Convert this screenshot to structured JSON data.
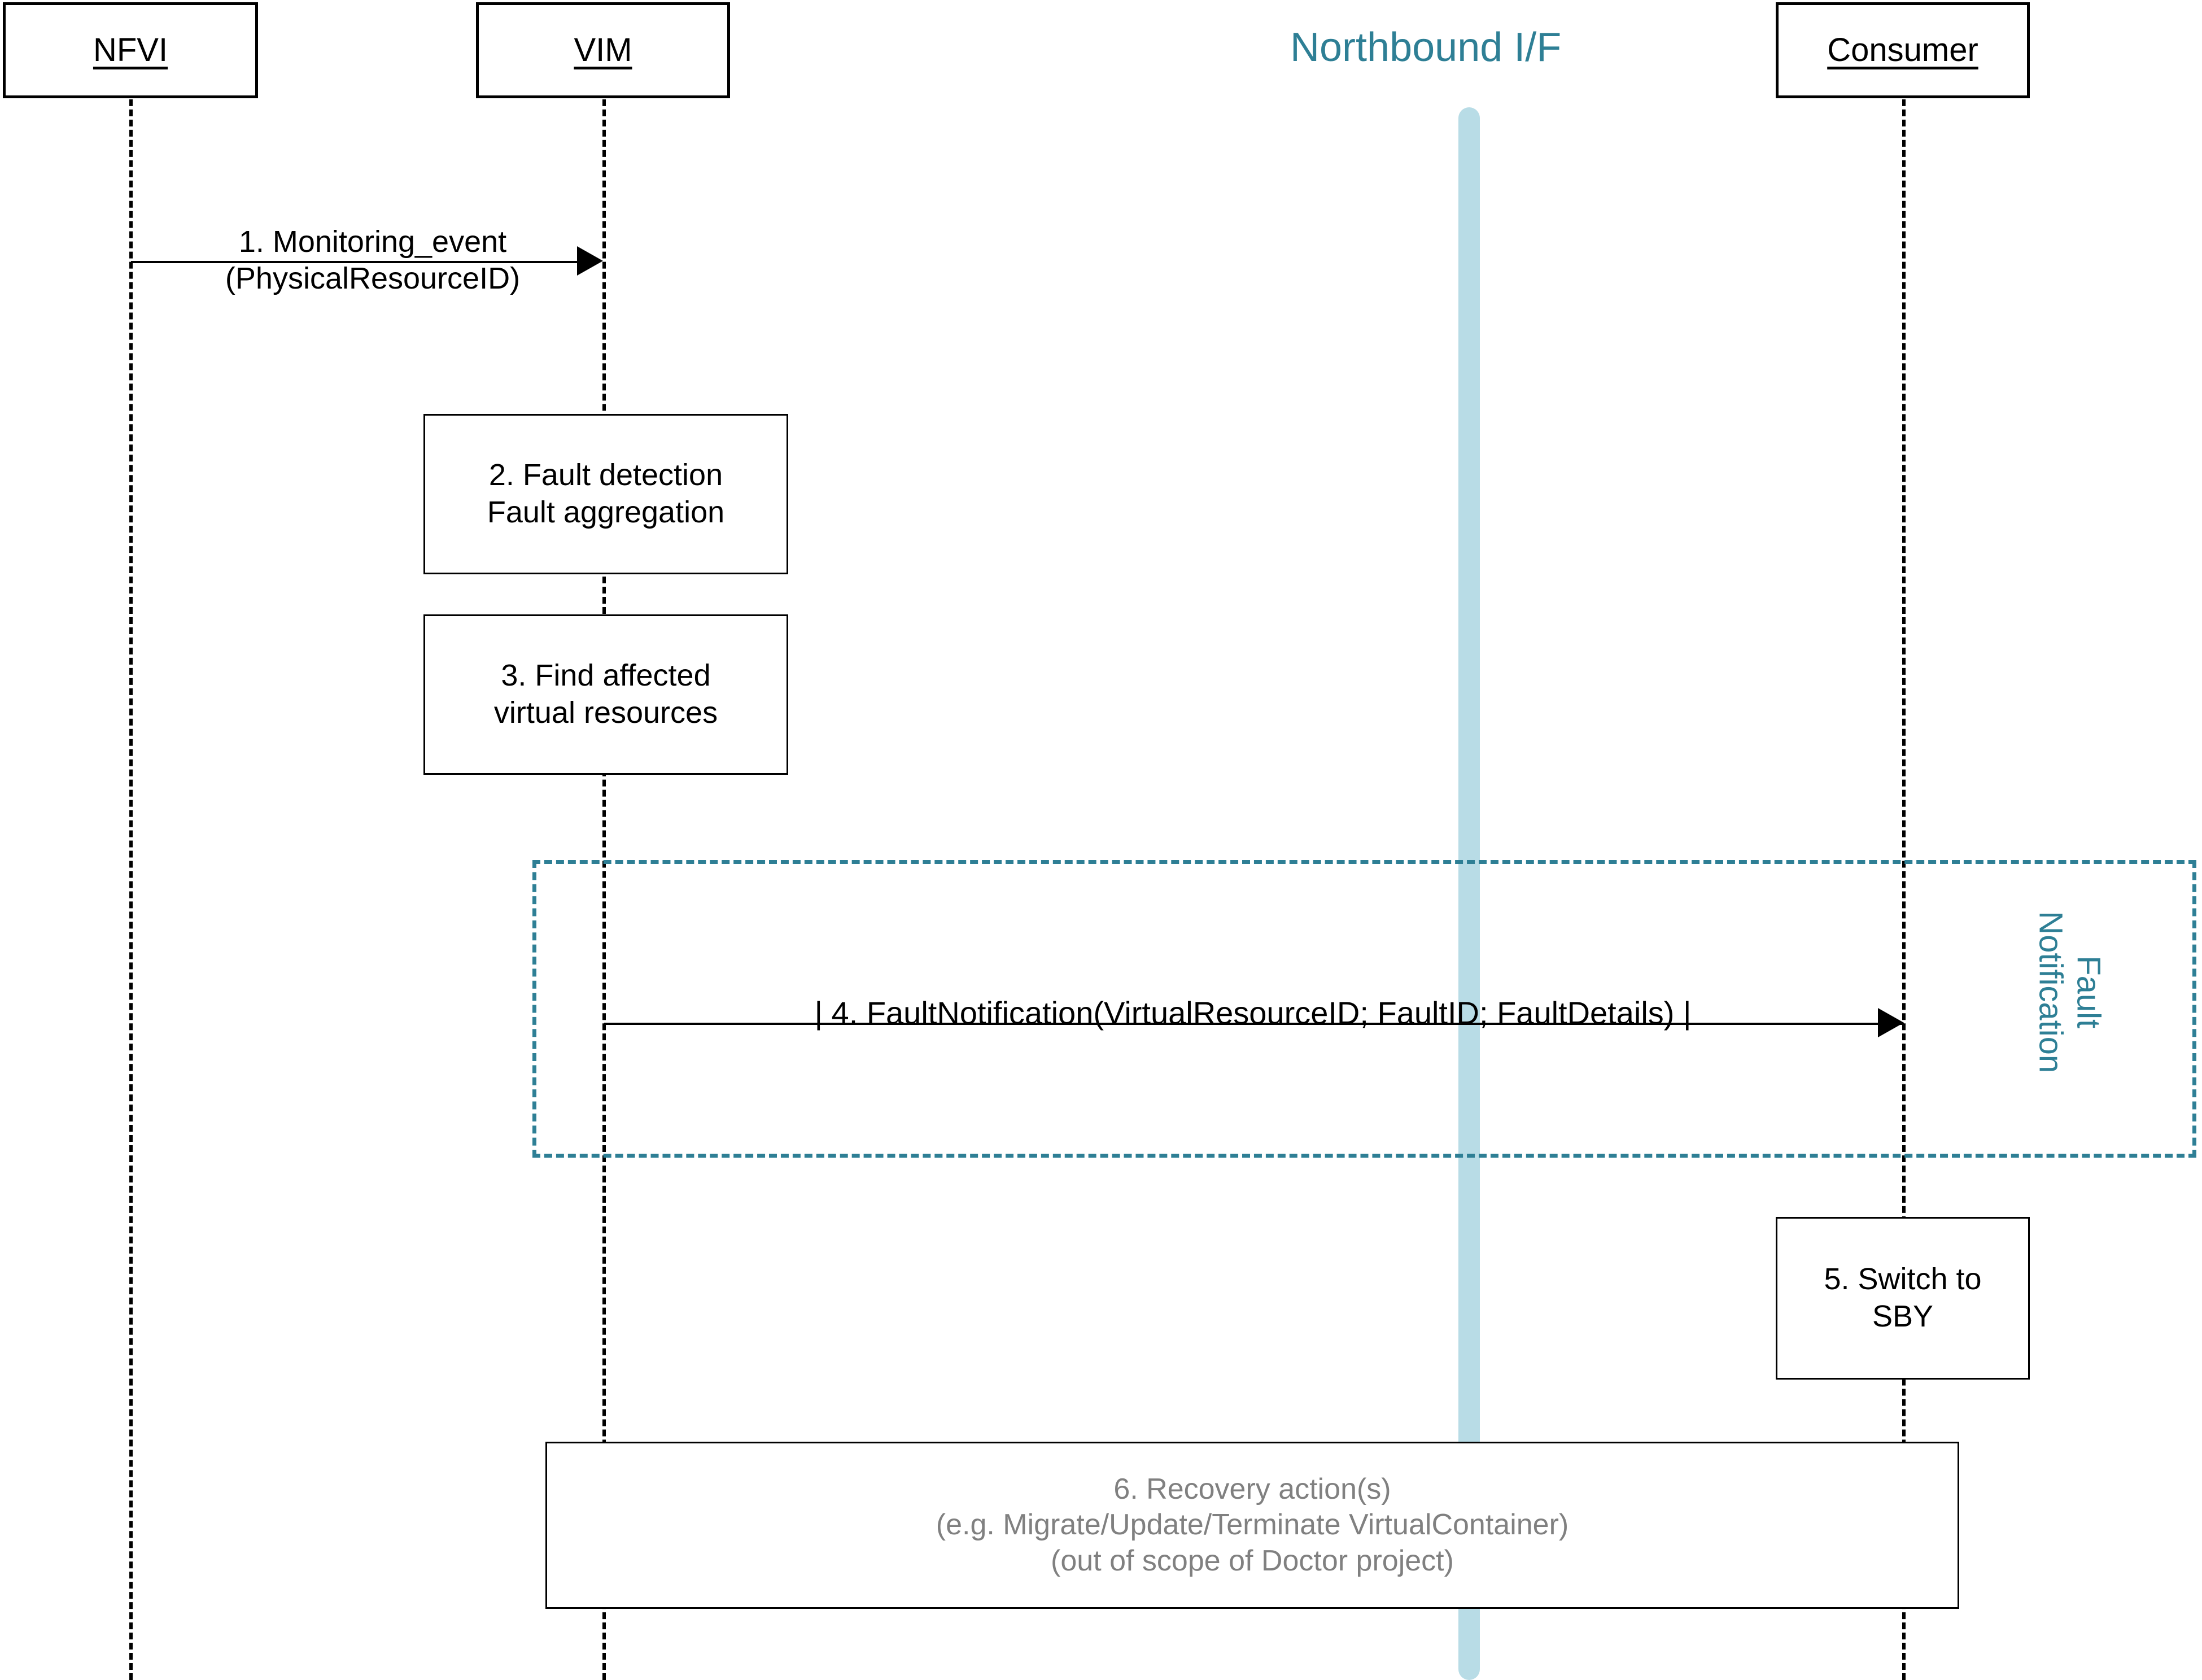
{
  "diagram": {
    "title": "Fault Notification Sequence Diagram",
    "colors": {
      "teal": "#2E7F95",
      "light_blue": "#B8DCE6",
      "gray_text": "#808080",
      "black": "#000000"
    }
  },
  "actors": [
    {
      "id": "nfvi",
      "label": "NFVI"
    },
    {
      "id": "vim",
      "label": "VIM"
    },
    {
      "id": "consumer",
      "label": "Consumer"
    }
  ],
  "interface": {
    "label": "Northbound I/F"
  },
  "messages": [
    {
      "id": "msg1",
      "number": "1.",
      "line1": "1. Monitoring_event",
      "line2": "(PhysicalResourceID)",
      "from": "nfvi",
      "to": "vim",
      "direction": "right"
    },
    {
      "id": "msg4",
      "number": "4.",
      "text": "| 4. FaultNotification(VirtualResourceID; FaultID; FaultDetails) |",
      "from": "vim",
      "to": "consumer",
      "direction": "right"
    }
  ],
  "activities": [
    {
      "id": "step2",
      "actor": "vim",
      "lines": [
        "2. Fault detection",
        "Fault aggregation"
      ]
    },
    {
      "id": "step3",
      "actor": "vim",
      "lines": [
        "3. Find affected",
        "virtual resources"
      ]
    },
    {
      "id": "step5",
      "actor": "consumer",
      "lines": [
        "5. Switch to",
        "SBY"
      ]
    },
    {
      "id": "step6",
      "actor": "span",
      "gray": true,
      "lines": [
        "6. Recovery action(s)",
        "(e.g. Migrate/Update/Terminate VirtualContainer)",
        "(out of scope of Doctor project)"
      ]
    }
  ],
  "fragment": {
    "id": "fault-notification-frame",
    "label_line1": "Fault",
    "label_line2": "Notification"
  }
}
